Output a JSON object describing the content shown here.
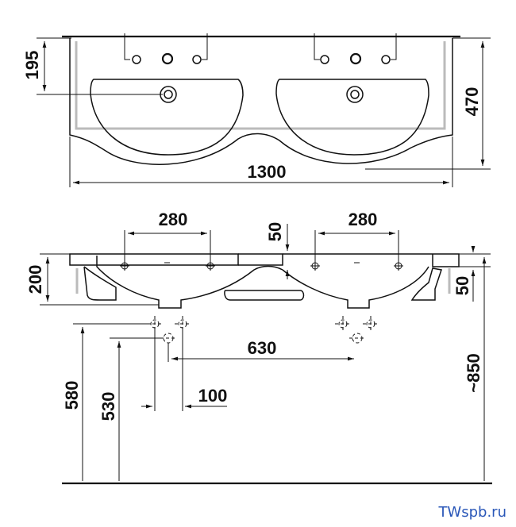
{
  "dimensions": {
    "top_left_height": "195",
    "top_right_depth": "470",
    "top_width": "1300",
    "left_spacing": "280",
    "right_spacing": "280",
    "overflow_height": "50",
    "left_thickness": "200",
    "center_distance": "630",
    "right_side": "50",
    "install_height": "~850",
    "waste_height_580": "580",
    "waste_height_530": "530",
    "offset_100": "100"
  },
  "watermark": "TWspb.ru"
}
